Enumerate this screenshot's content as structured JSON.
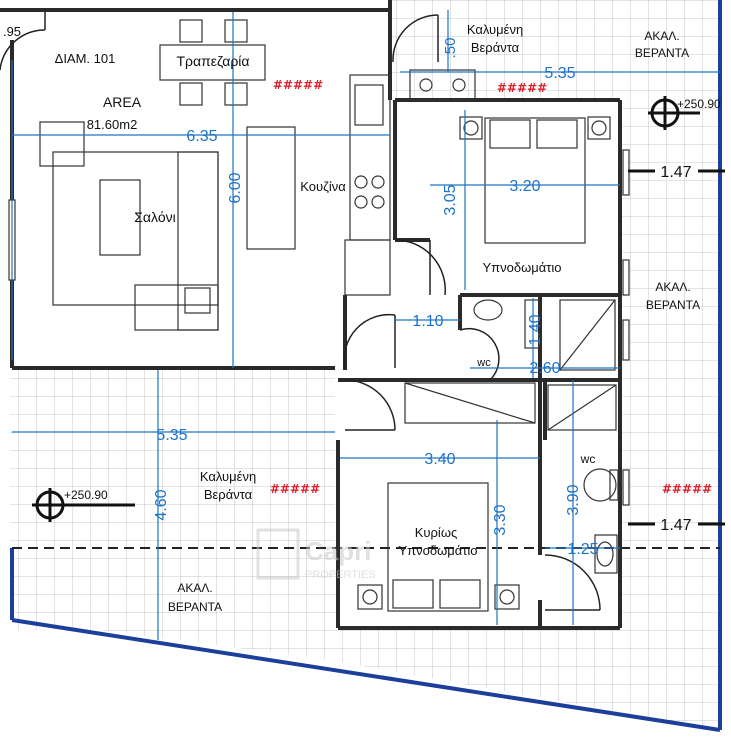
{
  "rooms": {
    "dining": "Τραπεζαρία",
    "area_label": "AREA",
    "area_value": "81.60m2",
    "apartment": "ΔΙΑΜ. 101",
    "living": "Σαλόνι",
    "kitchen": "Κουζίνα",
    "bedroom": "Υπνοδωμάτιο",
    "master_bedroom_line1": "Κυρίως",
    "master_bedroom_line2": "Υπνοδωμάτιο",
    "wc_small": "wc",
    "wc_master": "wc",
    "covered_veranda_top_line1": "Καλυμένη",
    "covered_veranda_top_line2": "Βεράντα",
    "covered_veranda_bottom_line1": "Καλυμένη",
    "covered_veranda_bottom_line2": "Βεράντα",
    "uncovered_right_top_line1": "ΑΚΑΛ.",
    "uncovered_right_top_line2": "ΒΕΡΑΝΤΑ",
    "uncovered_right_mid_line1": "ΑΚΑΛ.",
    "uncovered_right_mid_line2": "ΒΕΡΑΝΤΑ",
    "uncovered_bottom_line1": "ΑΚΑΛ.",
    "uncovered_bottom_line2": "ΒΕΡΑΝΤΑ"
  },
  "dimensions": {
    "edge_left": ".95",
    "living_width": "6.35",
    "living_depth": "6.00",
    "top_right_50": ".50",
    "top_right_535": "5.35",
    "bedroom_width": "3.20",
    "bedroom_depth": "3.05",
    "hall_width": "1.10",
    "wc_depth": "1.40",
    "bath_width": "2.60",
    "veranda_width": "5.35",
    "veranda_depth": "4.60",
    "master_width": "3.40",
    "master_depth": "3.30",
    "master_wc_depth": "3.90",
    "master_wc_width": "1.25",
    "right_offset_top": "1.47",
    "right_offset_bottom": "1.47"
  },
  "levels": {
    "top_right": "+250.90",
    "bottom_left": "+250.90"
  },
  "hatch_marks": {
    "dining": "#####",
    "kitchen_top": "#####",
    "veranda": "#####",
    "right": "#####"
  },
  "watermark": {
    "brand": "Capri",
    "sub": "PROPERTIES"
  }
}
